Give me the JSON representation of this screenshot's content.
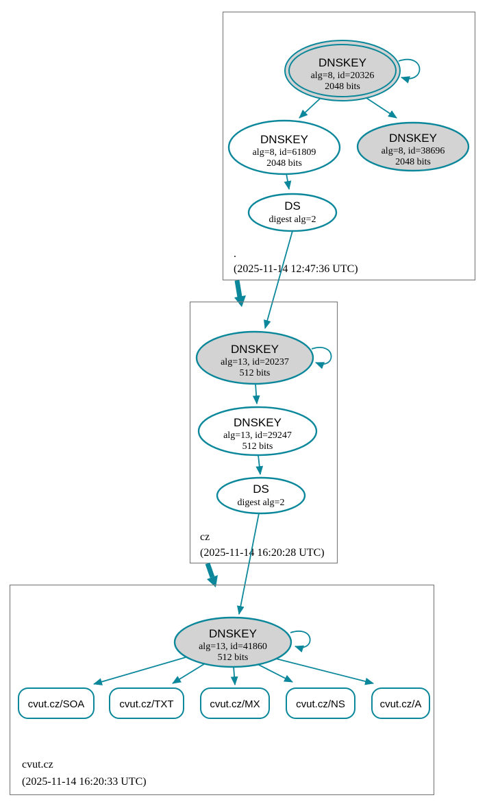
{
  "diagram": {
    "type": "dnssec-authentication-chain",
    "colors": {
      "secure_teal": "#0a879a",
      "ksk_fill_gray": "#d3d3d3",
      "node_fill_white": "#ffffff",
      "zone_box_border": "#7f7f7f",
      "text": "#000000"
    },
    "zones": [
      {
        "name": ".",
        "timestamp": "(2025-11-14 12:47:36 UTC)"
      },
      {
        "name": "cz",
        "timestamp": "(2025-11-14 16:20:28 UTC)"
      },
      {
        "name": "cvut.cz",
        "timestamp": "(2025-11-14 16:20:33 UTC)"
      }
    ],
    "nodes": {
      "root_ksk": {
        "title": "DNSKEY",
        "detail": "alg=8, id=20326",
        "size": "2048 bits"
      },
      "root_zsk": {
        "title": "DNSKEY",
        "detail": "alg=8, id=61809",
        "size": "2048 bits"
      },
      "root_ksk2": {
        "title": "DNSKEY",
        "detail": "alg=8, id=38696",
        "size": "2048 bits"
      },
      "root_ds": {
        "title": "DS",
        "detail": "digest alg=2"
      },
      "cz_ksk": {
        "title": "DNSKEY",
        "detail": "alg=13, id=20237",
        "size": "512 bits"
      },
      "cz_zsk": {
        "title": "DNSKEY",
        "detail": "alg=13, id=29247",
        "size": "512 bits"
      },
      "cz_ds": {
        "title": "DS",
        "detail": "digest alg=2"
      },
      "cvut_ksk": {
        "title": "DNSKEY",
        "detail": "alg=13, id=41860",
        "size": "512 bits"
      },
      "rrsets": [
        {
          "label": "cvut.cz/SOA"
        },
        {
          "label": "cvut.cz/TXT"
        },
        {
          "label": "cvut.cz/MX"
        },
        {
          "label": "cvut.cz/NS"
        },
        {
          "label": "cvut.cz/A"
        }
      ]
    }
  }
}
